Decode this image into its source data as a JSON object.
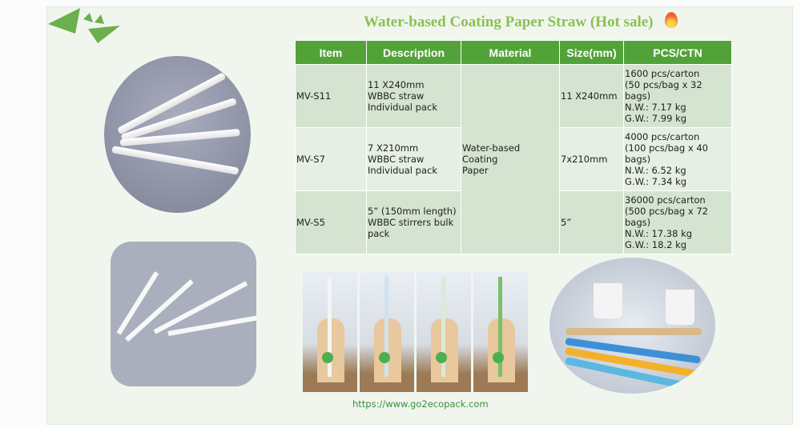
{
  "title": "Water-based Coating Paper Straw (Hot sale)",
  "title_icon": "fire-icon",
  "table": {
    "headers": [
      "Item",
      "Description",
      "Material",
      "Size(mm)",
      "PCS/CTN"
    ],
    "material": "Water-based Coating\nPaper",
    "rows": [
      {
        "item": "MV-S11",
        "description": "11 X240mm\nWBBC straw\nIndividual pack",
        "size": "11 X240mm",
        "pcs": "1600 pcs/carton\n(50 pcs/bag x 32 bags)\n N.W.: 7.17 kg\nG.W.: 7.99 kg"
      },
      {
        "item": "MV-S7",
        "description": "7 X210mm\nWBBC straw\nIndividual pack",
        "size": "7x210mm",
        "pcs": "4000 pcs/carton\n(100 pcs/bag x 40 bags)\nN.W.: 6.52 kg\nG.W.: 7.34 kg"
      },
      {
        "item": "MV-S5",
        "description": " 5” (150mm length)\nWBBC stirrers bulk\npack",
        "size": "5”",
        "pcs": "36000 pcs/carton\n(500 pcs/bag x 72 bags)\nN.W.: 17.38 kg\nG.W.: 18.2 kg"
      }
    ]
  },
  "url": "https://www.go2ecopack.com",
  "colors": {
    "header": "#52a239",
    "title": "#8cc152",
    "row_dark": "#d4e4d0",
    "row_light": "#e6efe4"
  }
}
